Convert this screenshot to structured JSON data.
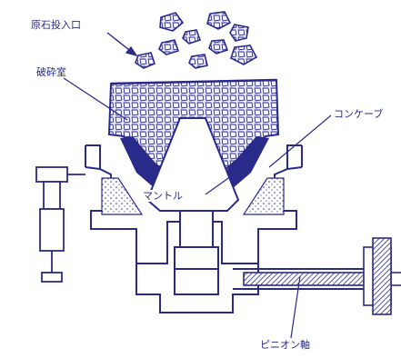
{
  "labels": {
    "feed_inlet": "原石投入口",
    "crushing_chamber": "破砕室",
    "concave": "コンケーブ",
    "mantle": "マントル",
    "pinion_shaft": "ピニオン軸"
  },
  "colors": {
    "ink": "#2a2a8a",
    "background": "#ffffff"
  }
}
